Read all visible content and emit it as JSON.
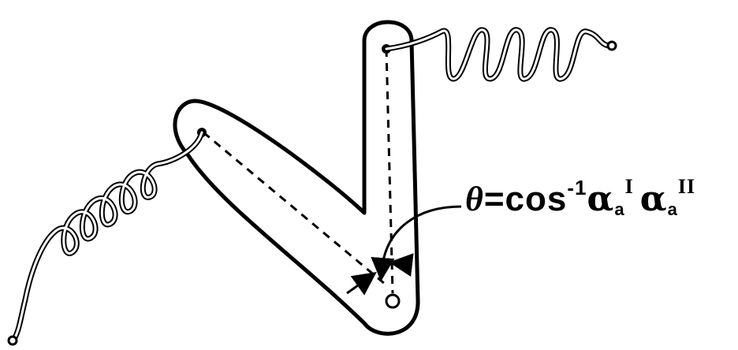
{
  "equation": {
    "theta": "θ",
    "eq": "=",
    "cos": "cos",
    "exp": "-1",
    "alpha1": "α",
    "sub1": "a",
    "sup1": "I",
    "alpha2": "α",
    "sub2": "a",
    "sup2": "II"
  },
  "colors": {
    "ink": "#000000",
    "paper": "#ffffff"
  }
}
